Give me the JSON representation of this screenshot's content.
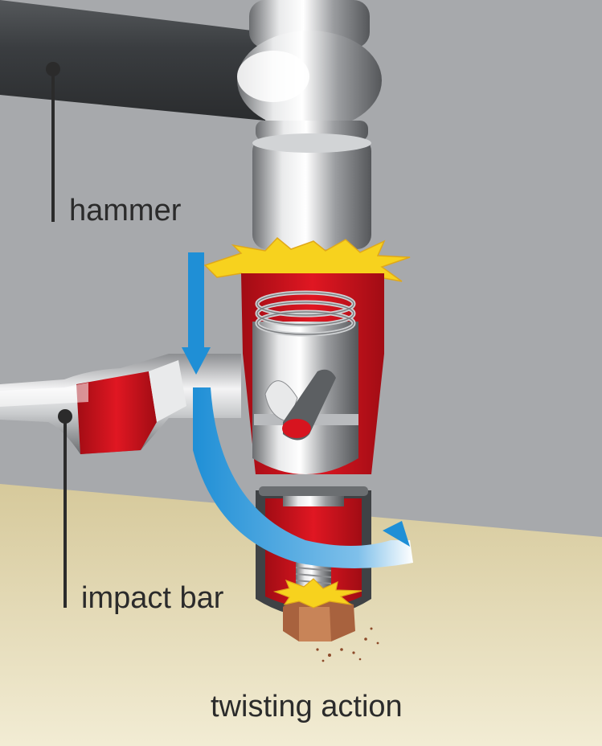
{
  "labels": {
    "hammer": "hammer",
    "impact_bar": "impact bar",
    "twisting_action": "twisting action"
  },
  "colors": {
    "wall": "#a7a9ac",
    "floor": "#ddd2a6",
    "housing_red": "#d7141f",
    "arrow_blue": "#1f8fd6",
    "spark_yellow": "#f7d21e",
    "nut_copper": "#a8623e",
    "handle_dark": "#3a3d40",
    "leader_line": "#2b2b2b"
  },
  "icons": [
    "hammer-handle",
    "hammer-head",
    "impact-bar",
    "impact-driver",
    "nut",
    "downward-arrow",
    "twisting-arrow",
    "impact-spark"
  ]
}
